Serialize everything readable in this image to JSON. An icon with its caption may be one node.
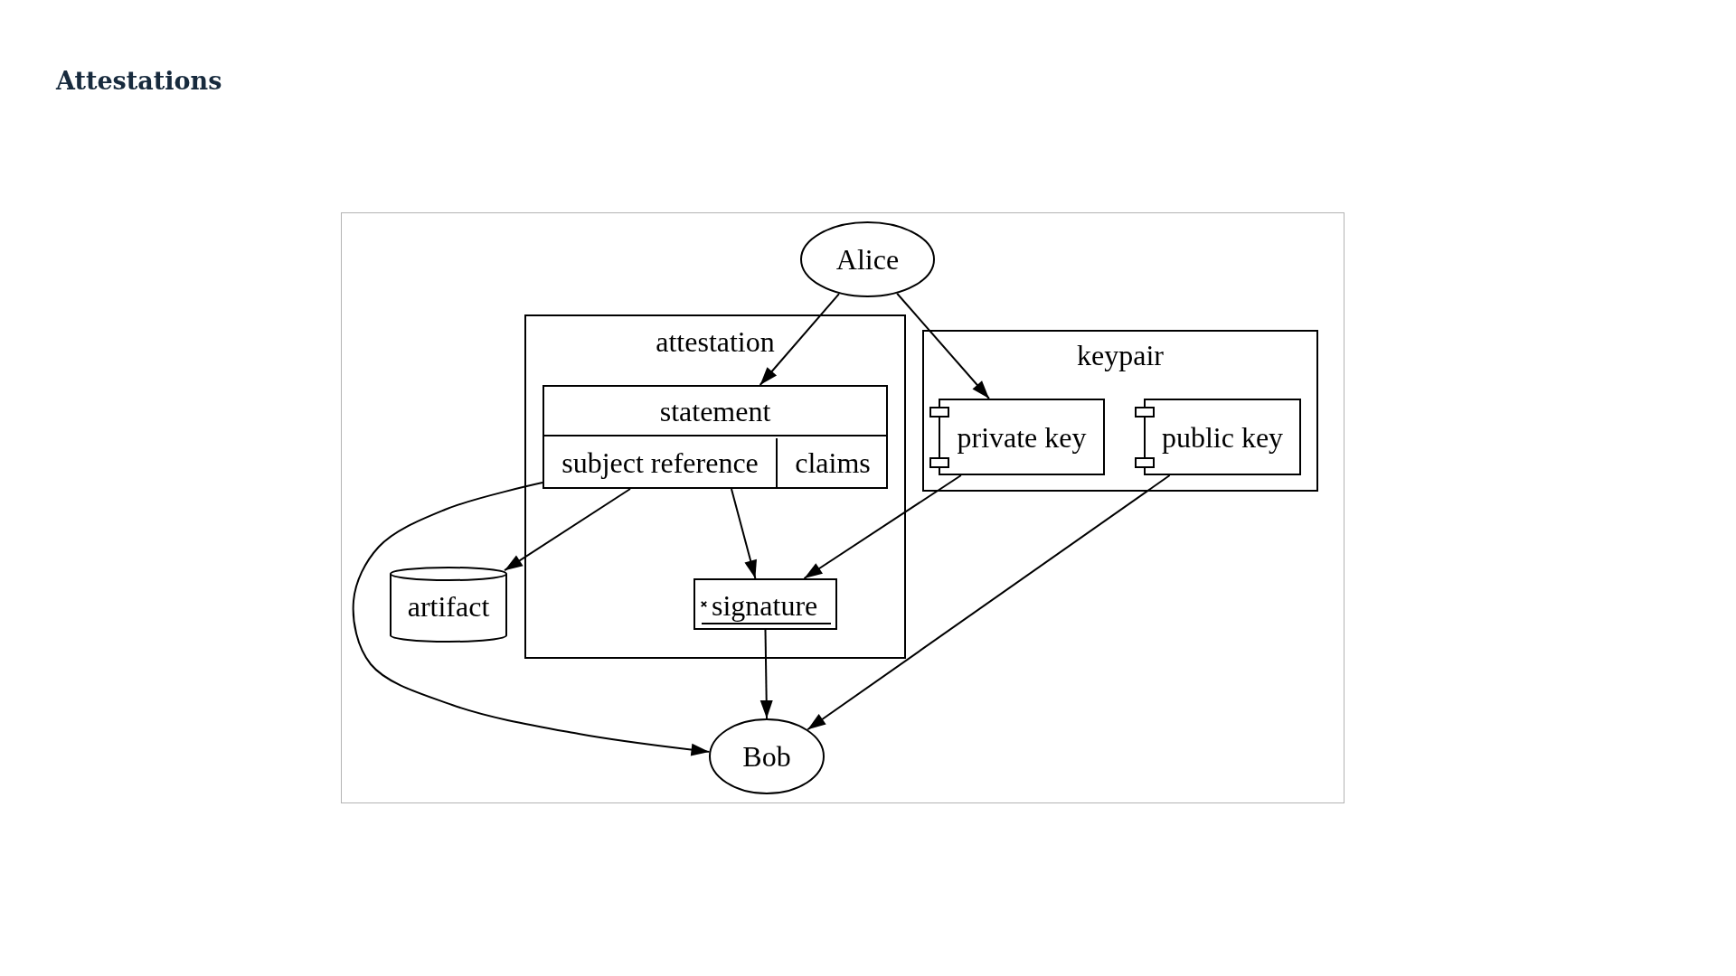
{
  "diagram": {
    "title": "Attestations",
    "nodes": [
      {
        "text": [
          "Alice"
        ]
      },
      {
        "text": [
          "attestation"
        ]
      },
      {
        "text": [
          "statement",
          "subject reference",
          "claims"
        ],
        "in": 1
      },
      {
        "text": [
          "keypair"
        ]
      },
      {
        "text": [
          "private key"
        ],
        "in": 3
      },
      {
        "text": [
          "public key"
        ],
        "in": 3
      },
      {
        "text": [
          "artifact"
        ]
      },
      {
        "text": [
          "signature"
        ],
        "in": 1
      },
      {
        "text": [
          "Bob"
        ]
      }
    ],
    "edges": [
      {
        "from": 0,
        "to": 2,
        "arrow": "to"
      },
      {
        "from": 0,
        "to": 4,
        "arrow": "to"
      },
      {
        "from": 2,
        "to": 6,
        "arrow": "to"
      },
      {
        "from": 2,
        "to": 7,
        "arrow": "to"
      },
      {
        "from": 4,
        "to": 7,
        "arrow": "to"
      },
      {
        "from": 2,
        "to": 8,
        "arrow": "to"
      },
      {
        "from": 7,
        "to": 8,
        "arrow": "to"
      },
      {
        "from": 5,
        "to": 8,
        "arrow": "to"
      }
    ]
  }
}
